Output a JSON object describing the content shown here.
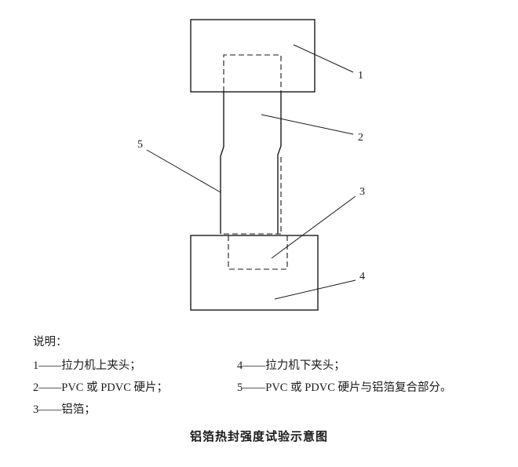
{
  "colors": {
    "ink": "#1a1a1a",
    "background": "#ffffff"
  },
  "diagram": {
    "callouts": {
      "c1": "1",
      "c2": "2",
      "c3": "3",
      "c4": "4",
      "c5": "5"
    }
  },
  "legend": {
    "title": "说明：",
    "col1": [
      "1——拉力机上夹头；",
      "2——PVC 或 PDVC 硬片；",
      "3——铝箔；"
    ],
    "col2": [
      "4——拉力机下夹头；",
      "5——PVC 或 PDVC 硬片与铝箔复合部分。"
    ]
  },
  "caption": "铝箔热封强度试验示意图"
}
